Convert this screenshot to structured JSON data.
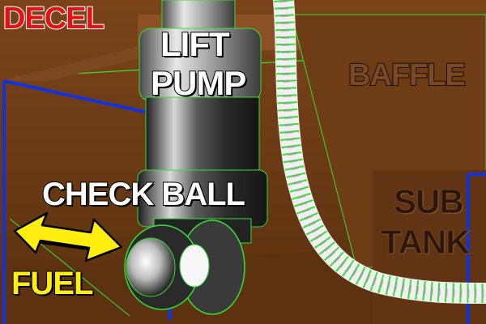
{
  "labels": {
    "decel": "DECEL",
    "lift_pump_line1": "LIFT",
    "lift_pump_line2": "PUMP",
    "baffle": "BAFFLE",
    "check_ball": "CHECK BALL",
    "sub_tank_line1": "SUB",
    "sub_tank_line2": "TANK",
    "fuel": "FUEL"
  },
  "colors": {
    "tank_brown": "#6b3a14",
    "tank_light": "#8a5224",
    "pump_metal": "#3a3a3a",
    "outline_green": "#33e033",
    "baffle_blue": "#1133dd",
    "arrow_yellow": "#ffee10",
    "decel_red": "#e41212"
  }
}
